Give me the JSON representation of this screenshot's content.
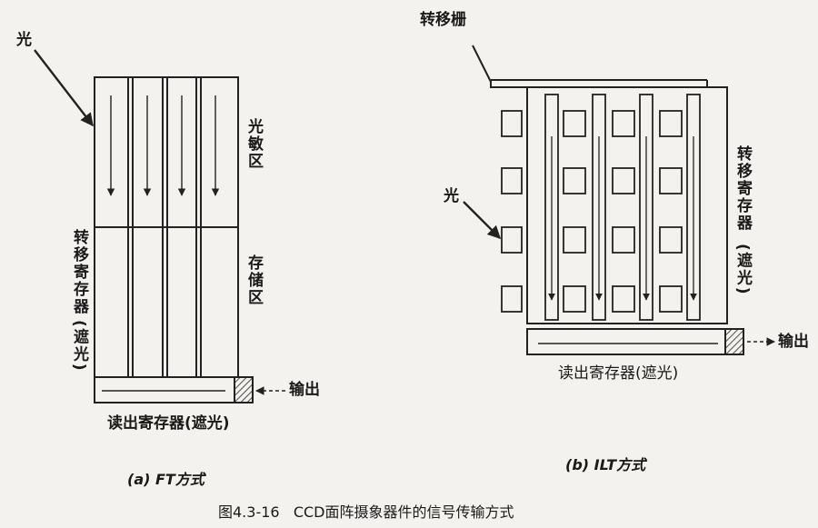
{
  "left": {
    "light": "光",
    "photosensitive": "光敏区",
    "storage": "存储区",
    "transfer_register": "转移寄存器",
    "shielded": "(遮光)",
    "readout": "读出寄存器(遮光)",
    "output": "输出",
    "caption": "(a) FT方式"
  },
  "right": {
    "transfer_gate": "转移栅",
    "light": "光",
    "transfer_register": "转移寄存器",
    "shielded": "(遮光)",
    "readout": "读出寄存器(遮光)",
    "output": "输出",
    "caption": "(b) ILT方式"
  },
  "figure_caption": "图4.3-16   CCD面阵摄象器件的信号传输方式"
}
